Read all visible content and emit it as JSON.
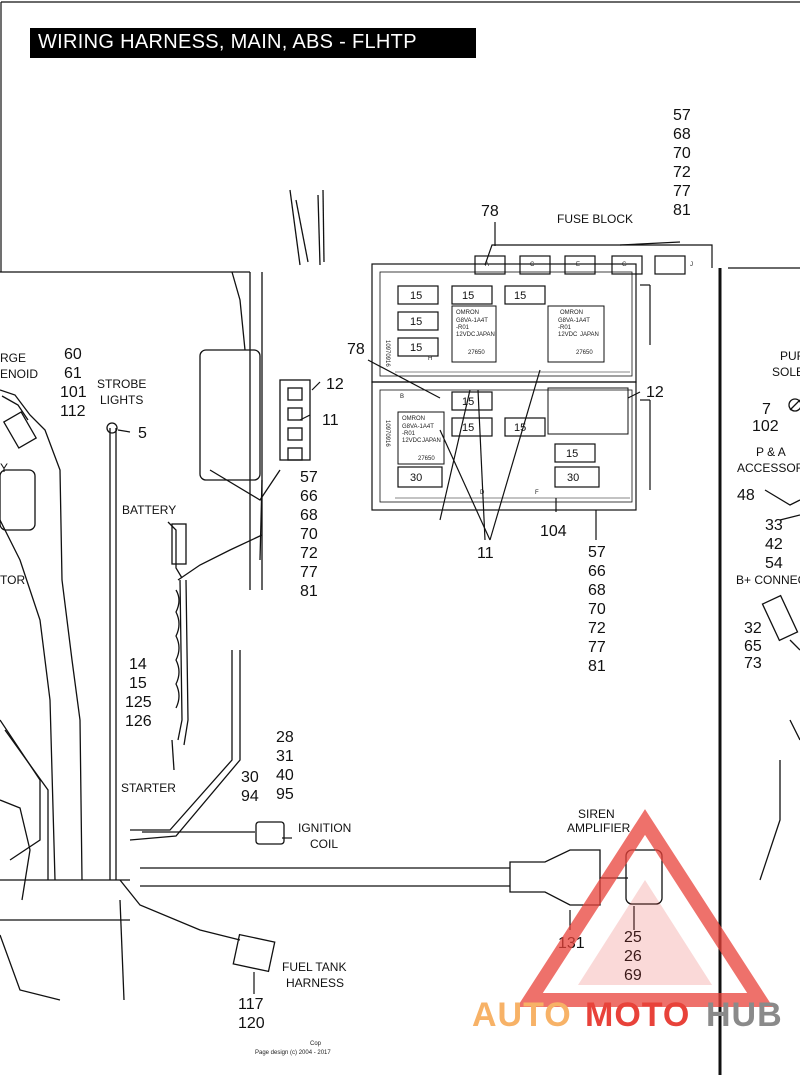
{
  "title": "WIRING HARNESS, MAIN, ABS - FLHTP",
  "footer": {
    "line1": "Cop",
    "line2": "Page design (c) 2004 - 2017"
  },
  "labels": {
    "fuse_block": "FUSE BLOCK",
    "strobe_1": "STROBE",
    "strobe_2": "LIGHTS",
    "battery": "BATTERY",
    "starter": "STARTER",
    "ignition_1": "IGNITION",
    "ignition_2": "COIL",
    "siren_1": "SIREN",
    "siren_2": "AMPLIFIER",
    "fuel_1": "FUEL TANK",
    "fuel_2": "HARNESS",
    "purge_1": "RGE",
    "purge_2": "ENOID",
    "left_y": "Y",
    "left_tor": "TOR",
    "right_pur": "PUR",
    "right_sole": "SOLE",
    "pa_1": "P & A",
    "pa_2": "ACCESSORY",
    "bplus": "B+ CONNEC",
    "relay_maker": "OMRON",
    "relay_model_1": "G8VA-1A4T",
    "relay_model_2": "-R01",
    "relay_volt": "12VDC",
    "relay_origin": "JAPAN",
    "relay_code": "27650",
    "block_id": "10970916",
    "fuse_15": "15",
    "fuse_30": "30",
    "slots": [
      "A",
      "B",
      "C",
      "D",
      "E",
      "F",
      "G",
      "H",
      "J"
    ]
  },
  "callouts": {
    "c57_68_top": [
      "57",
      "68",
      "70",
      "72",
      "77",
      "81"
    ],
    "c78_top": "78",
    "c78_mid": "78",
    "c12_left": "12",
    "c12_right": "12",
    "c11_left": "11",
    "c11_bottom": "11",
    "c104": "104",
    "c57_center": [
      "57",
      "66",
      "68",
      "70",
      "72",
      "77",
      "81"
    ],
    "c57_right": [
      "57",
      "66",
      "68",
      "70",
      "72",
      "77",
      "81"
    ],
    "c60": [
      "60",
      "61",
      "101",
      "112"
    ],
    "c5": "5",
    "c14": [
      "14",
      "15",
      "125",
      "126"
    ],
    "c28": [
      "28",
      "31",
      "40",
      "95"
    ],
    "c30": [
      "30",
      "94"
    ],
    "c131": "131",
    "c25": [
      "25",
      "26",
      "69"
    ],
    "c117": [
      "117",
      "120"
    ],
    "c7": [
      "7",
      "102"
    ],
    "c48": "48",
    "c33": [
      "33",
      "42",
      "54"
    ],
    "c32": [
      "32",
      "65",
      "73"
    ]
  },
  "watermark": {
    "part1": "AUTO",
    "part2": "MOTO",
    "part3": "HUB",
    "color_orange": "#f7b267",
    "color_red": "#e8423a",
    "color_gray": "#8a8a8a"
  },
  "colors": {
    "title_bg": "#000000",
    "title_fg": "#ffffff"
  }
}
